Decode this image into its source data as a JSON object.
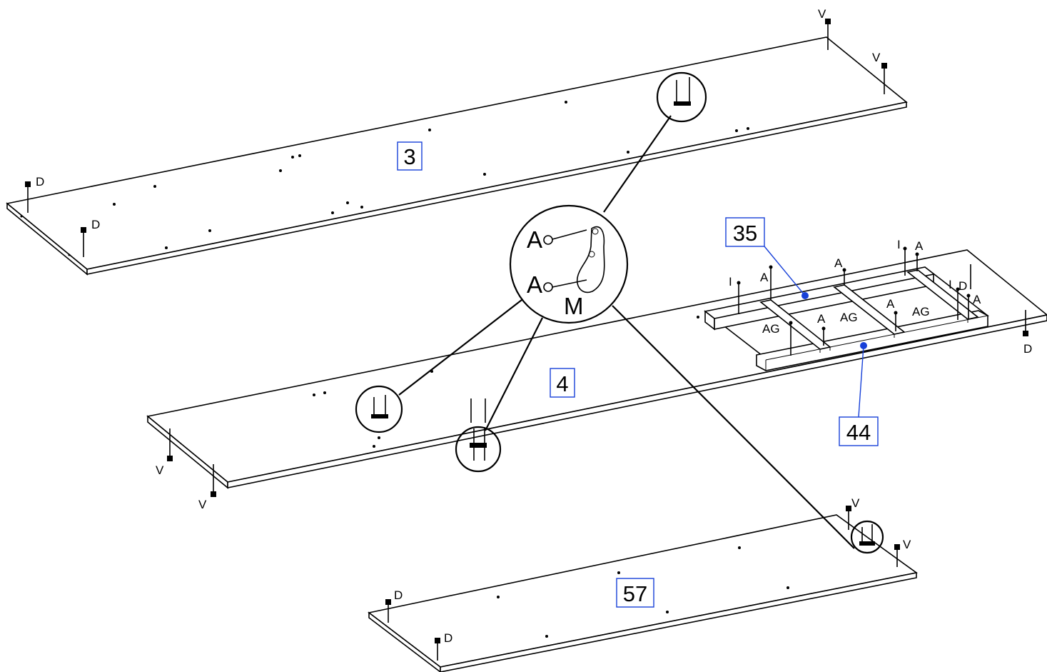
{
  "parts": [
    {
      "id": "panel-3",
      "label": "3"
    },
    {
      "id": "panel-4",
      "label": "4"
    },
    {
      "id": "panel-57",
      "label": "57"
    },
    {
      "id": "rail-35",
      "label": "35"
    },
    {
      "id": "rail-44",
      "label": "44"
    }
  ],
  "hardware_labels": {
    "A": "A",
    "D": "D",
    "V": "V",
    "I": "I",
    "AG": "AG",
    "M": "M"
  },
  "colors": {
    "line": "#000000",
    "callout_box": "#1740d8",
    "callout_dot": "#1740d8",
    "background": "#ffffff"
  }
}
